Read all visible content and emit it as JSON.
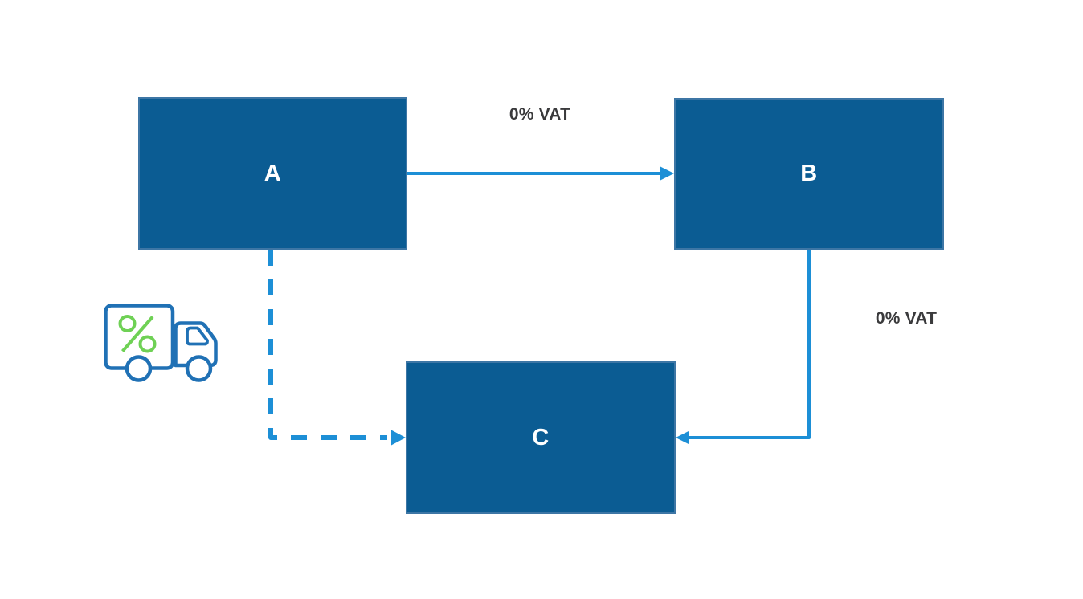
{
  "diagram": {
    "type": "flow-diagram",
    "background_color": "#ffffff",
    "nodes": [
      {
        "id": "A",
        "label": "A"
      },
      {
        "id": "B",
        "label": "B"
      },
      {
        "id": "C",
        "label": "C"
      }
    ],
    "edges": [
      {
        "from": "A",
        "to": "B",
        "label": "0% VAT",
        "style": "solid",
        "direction": "right"
      },
      {
        "from": "B",
        "to": "C",
        "label": "0% VAT",
        "style": "solid",
        "direction": "down-then-left"
      },
      {
        "from": "A",
        "to": "C",
        "label": "",
        "style": "dashed",
        "direction": "down-then-right"
      }
    ],
    "icons": [
      {
        "name": "delivery-truck-percent-icon",
        "glyph": "truck with % sign on cargo box"
      }
    ]
  },
  "colors": {
    "background": "#ffffff",
    "node-fill": "#0b5c93",
    "node-border": "#3d76a5",
    "node-text": "#ffffff",
    "arrow": "#1d8fd6",
    "truck-outline": "#2071b5",
    "percent-green": "#6fd155",
    "label-text": "#3a3a3c"
  }
}
